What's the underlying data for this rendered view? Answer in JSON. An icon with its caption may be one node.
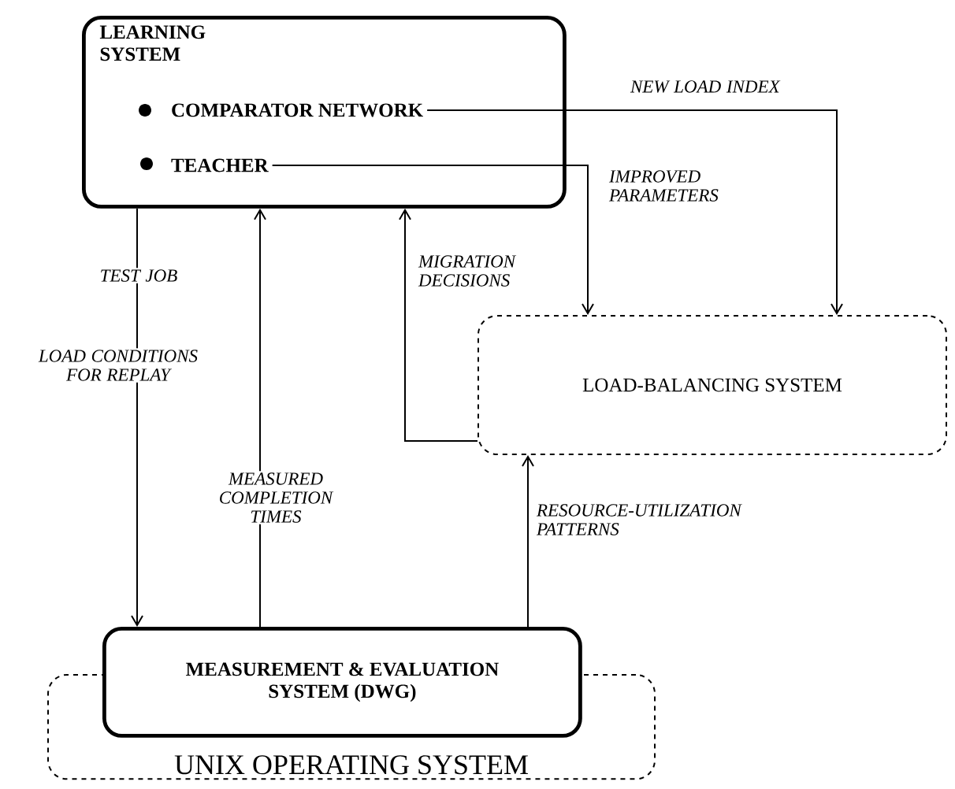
{
  "diagram": {
    "nodes": [
      {
        "text": [
          "LEARNING SYSTEM"
        ]
      },
      {
        "text": [
          "COMPARATOR NETWORK"
        ],
        "in": 0
      },
      {
        "text": [
          "TEACHER"
        ],
        "in": 0
      },
      {
        "text": [
          "LOAD-BALANCING SYSTEM"
        ]
      },
      {
        "text": [
          "UNIX OPERATING SYSTEM"
        ]
      },
      {
        "text": [
          "MEASUREMENT & EVALUATION SYSTEM (DWG)"
        ]
      }
    ],
    "edges": [
      {
        "from": 1,
        "to": 3,
        "arrow": "to",
        "label": "NEW LOAD INDEX"
      },
      {
        "from": 2,
        "to": 3,
        "arrow": "to",
        "label": "IMPROVED PARAMETERS"
      },
      {
        "from": 3,
        "to": 0,
        "arrow": "to",
        "label": "MIGRATION DECISIONS"
      },
      {
        "from": 0,
        "to": 5,
        "arrow": "to",
        "label": "TEST JOB"
      },
      {
        "from": 5,
        "to": 0,
        "arrow": "to",
        "label": "MEASURED COMPLETION TIMES"
      },
      {
        "from": 5,
        "to": 3,
        "arrow": "to",
        "label": "RESOURCE-UTILIZATION PATTERNS"
      }
    ],
    "labels": [
      "LOAD CONDITIONS FOR REPLAY"
    ]
  }
}
